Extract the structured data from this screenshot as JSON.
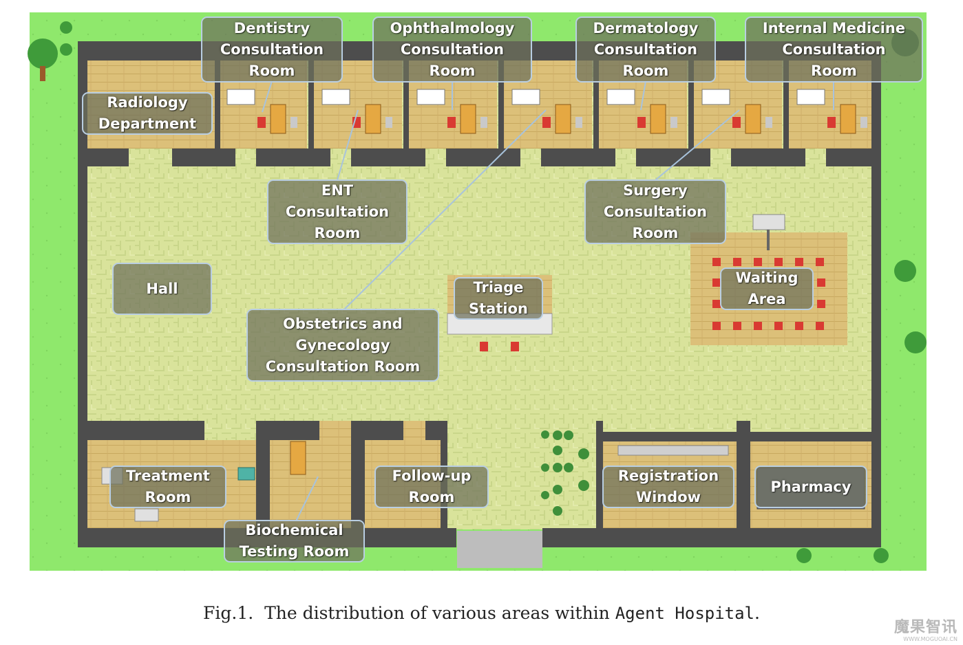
{
  "labels": {
    "dentistry": "Dentistry\nConsultation\nRoom",
    "ophthalmology": "Ophthalmology\nConsultation\nRoom",
    "dermatology": "Dermatology\nConsultation\nRoom",
    "internal_medicine": "Internal Medicine\nConsultation\nRoom",
    "radiology": "Radiology\nDepartment",
    "ent": "ENT\nConsultation\nRoom",
    "surgery": "Surgery\nConsultation\nRoom",
    "hall": "Hall",
    "triage": "Triage\nStation",
    "waiting": "Waiting\nArea",
    "obgyn": "Obstetrics and\nGynecology\nConsultation Room",
    "treatment": "Treatment\nRoom",
    "follow_up": "Follow-up\nRoom",
    "registration": "Registration\nWindow",
    "pharmacy": "Pharmacy",
    "biochemical": "Biochemical\nTesting Room"
  },
  "caption": {
    "prefix": "Fig.",
    "number": "1",
    "separator": ".  ",
    "text_before": "The distribution of various areas within ",
    "name": "Agent Hospital",
    "text_after": "."
  },
  "watermark": {
    "main": "魔果智讯",
    "sub": "WWW.MOGUOAI.CN"
  },
  "colors": {
    "grass": "#8fe86c",
    "floor": "#d9e39b",
    "wall": "#4d4d4d",
    "room_floor": "#dcc079",
    "label_border": "#b9cee2",
    "chair_red": "#d93a32"
  }
}
